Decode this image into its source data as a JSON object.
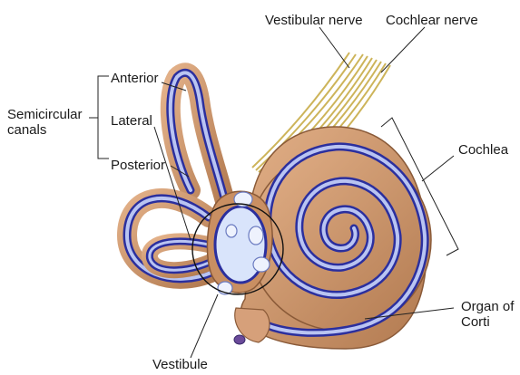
{
  "labels": {
    "semicircular_canals": "Semicircular\ncanals",
    "anterior": "Anterior",
    "lateral": "Lateral",
    "posterior": "Posterior",
    "vestibular_nerve": "Vestibular nerve",
    "cochlear_nerve": "Cochlear nerve",
    "cochlea": "Cochlea",
    "organ_of_corti": "Organ of\nCorti",
    "vestibule": "Vestibule"
  },
  "colors": {
    "tissue": "#c98f62",
    "tissue_dark": "#8a5a38",
    "membrane": "#2b2f9e",
    "lumen": "#b9c4f2",
    "vestibule_fill": "#d9e4fb",
    "nerve": "#d9c26a",
    "leader": "#222222"
  }
}
